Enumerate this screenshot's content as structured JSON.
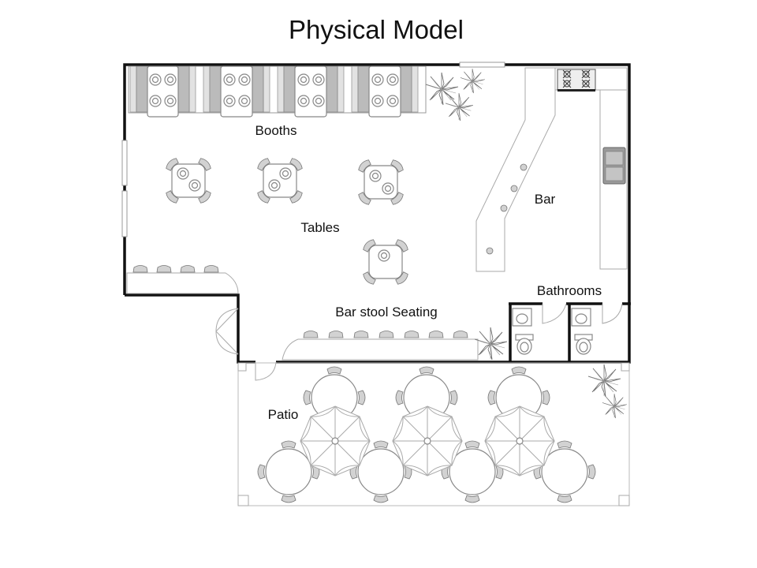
{
  "title": "Physical Model",
  "labels": {
    "booths": "Booths",
    "tables": "Tables",
    "bar": "Bar",
    "bathrooms": "Bathrooms",
    "bar_stool_seating": "Bar stool Seating",
    "patio": "Patio"
  },
  "icons": [
    "booth-icon",
    "table-icon",
    "umbrella-icon",
    "plant-icon",
    "toilet-icon",
    "sink-icon",
    "stove-icon",
    "bar-stool-icon",
    "door-swing-icon"
  ],
  "colors": {
    "wall": "#111111",
    "furniture_outline": "#aaaaaa",
    "seat_fill": "#d2d2d2"
  }
}
